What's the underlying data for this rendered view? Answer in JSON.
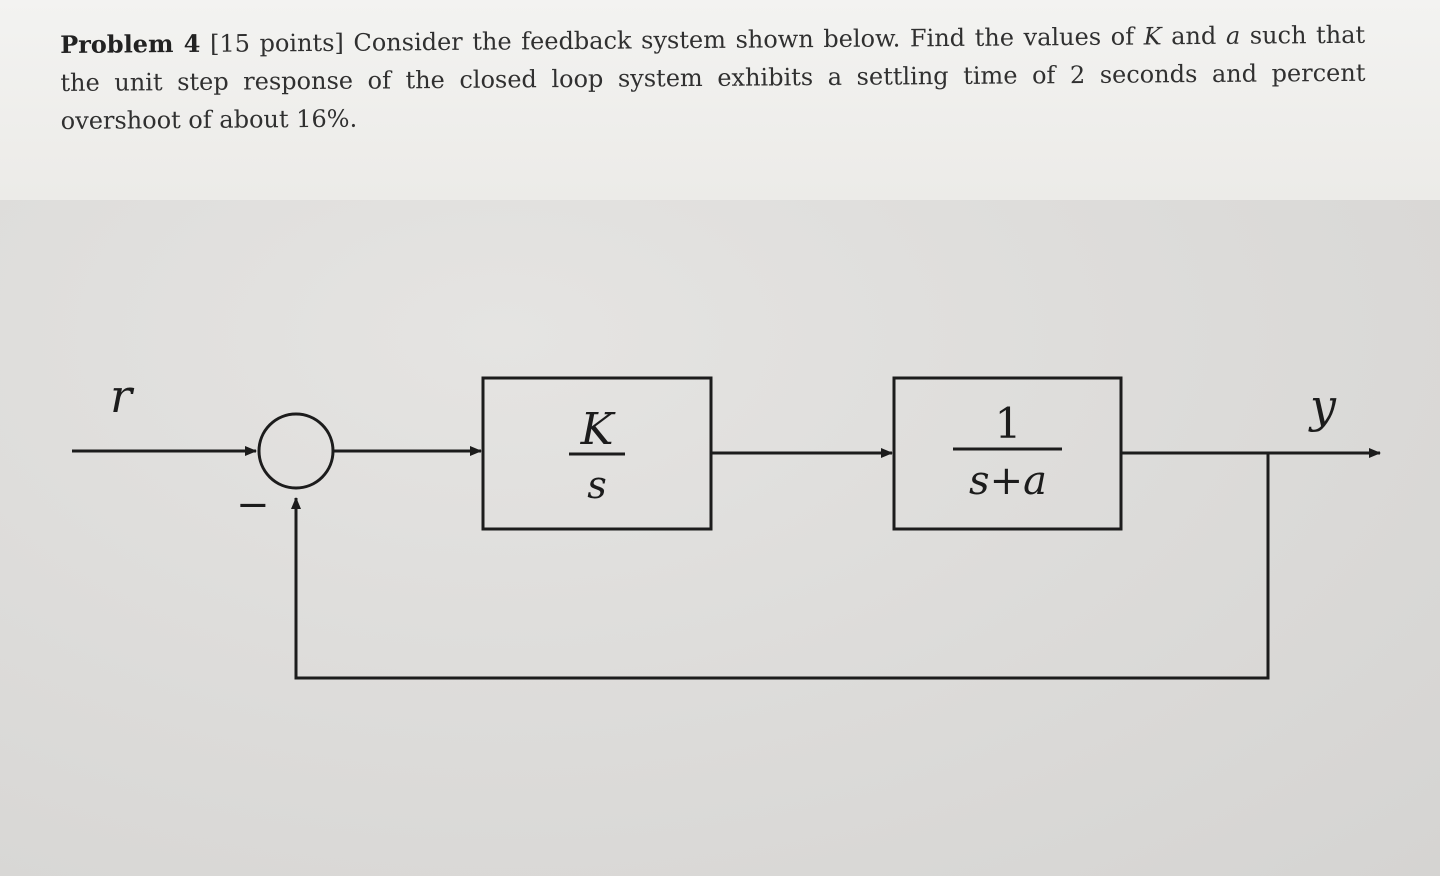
{
  "problem": {
    "label": "Problem 4",
    "points": "[15 points]",
    "text_before_K": " Consider the feedback system shown below. Find the values of ",
    "var_K": "K",
    "text_and": " and ",
    "var_a": "a",
    "text_after": " such that the unit step response of the closed loop system exhibits a settling time of 2 seconds and percent overshoot of about 16%."
  },
  "diagram": {
    "input_label": "r",
    "output_label": "y",
    "feedback_sign": "−",
    "controller": {
      "numerator": "K",
      "denominator": "s"
    },
    "plant": {
      "numerator": "1",
      "denominator": "s+a"
    }
  }
}
